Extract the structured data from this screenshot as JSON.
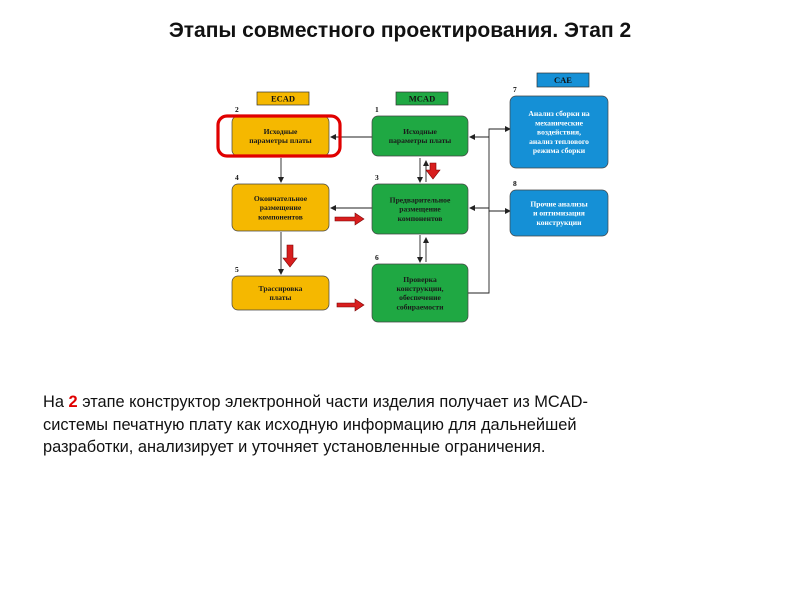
{
  "title": "Этапы совместного проектирования. Этап 2",
  "columns": {
    "ecad": "ECAD",
    "mcad": "MCAD",
    "cae": "CAE"
  },
  "nodes": {
    "n1": {
      "num": "1",
      "lines": [
        "Исходные",
        "параметры платы"
      ]
    },
    "n2": {
      "num": "2",
      "lines": [
        "Исходные",
        "параметры платы"
      ]
    },
    "n3": {
      "num": "3",
      "lines": [
        "Предварительное",
        "размещение",
        "компонентов"
      ]
    },
    "n4": {
      "num": "4",
      "lines": [
        "Окончательное",
        "размещение",
        "компонентов"
      ]
    },
    "n5": {
      "num": "5",
      "lines": [
        "Трассировка",
        "платы"
      ]
    },
    "n6": {
      "num": "6",
      "lines": [
        "Проверка",
        "конструкции,",
        "обеспечение",
        "собираемости"
      ]
    },
    "n7": {
      "num": "7",
      "lines": [
        "Анализ сборки на",
        "механические",
        "воздействия,",
        "анализ теплового",
        "режима сборки"
      ]
    },
    "n8": {
      "num": "8",
      "lines": [
        "Прочие анализы",
        "и оптимизация",
        "конструкции"
      ]
    }
  },
  "description": {
    "prefix": "На ",
    "stage": "2",
    "line1": " этапе конструктор электронной части изделия получает из MCAD-",
    "line2": "системы печатную плату как исходную информацию для дальнейшей",
    "line3": "разработки, анализирует и уточняет установленные ограничения."
  },
  "colors": {
    "ecad": "#f5b800",
    "mcad": "#1fa843",
    "cae": "#1590d6",
    "highlight": "#e00000",
    "connector": "#222222"
  }
}
